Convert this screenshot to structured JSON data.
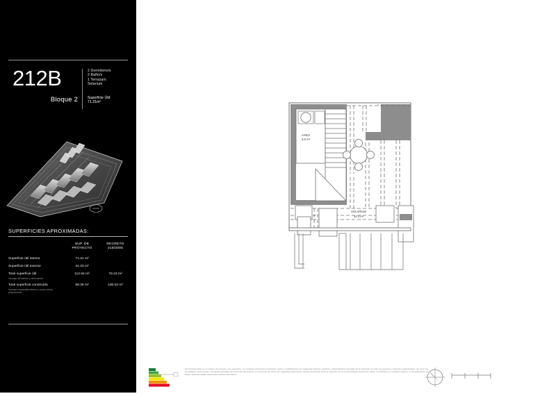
{
  "sidebar": {
    "unit_code": "212B",
    "bloque_label": "Bloque 2",
    "features": [
      "2 Dormitorio/s",
      "2 Baño/s",
      "1 Terraza/s",
      "Solarium"
    ],
    "superficie_util_label": "Superficie Útil:",
    "superficie_util_value": "71.31m²",
    "areas_title": "SUPERFICIES APROXIMADAS:",
    "table": {
      "headers": [
        "",
        "SUP. DE PROYECTO",
        "DECRETO 218/2005"
      ],
      "header_lines": [
        [
          "",
          ""
        ],
        [
          "SUP. DE",
          "PROYECTO"
        ],
        [
          "DECRETO",
          "218/2005"
        ]
      ],
      "rows": [
        {
          "label": "Superficie útil interior",
          "note": "",
          "proyecto": "71.31 m²",
          "decreto": ""
        },
        {
          "label": "Superficie útil exterior",
          "note": "",
          "proyecto": "41.33 m²",
          "decreto": ""
        },
        {
          "label": "Total superficie útil",
          "note": "*incluye útil interior y útil exterior",
          "proyecto": "112.64 m²",
          "decreto": "78.44 m²"
        },
        {
          "label": "Total superficie construida",
          "note": "*incluye construida interior y zona común proporcional",
          "proyecto": "99.39 m²",
          "decreto": "106.53 m²"
        }
      ]
    }
  },
  "plan": {
    "rooms": [
      {
        "name": "ASEO",
        "area": "3.6 m²"
      },
      {
        "name": "SOLARIUM",
        "area": "34.4 m²"
      }
    ]
  },
  "footer": {
    "energy_label_name": "energy-efficiency-label",
    "disclaimer": "*El presente plano es un avance de proyecto y es orientativo, no constituye documento contractual, sujeto a modificaciones por exigencias técnicas, jurídicas o administrativas derivadas de la obtención de todos los permisos y licencias reglamentarios, así como las necesidades constructivas o de diseño derivadas del desarrollo del proyecto y la Dirección de Obra. Las superficies útiles tienen carácter provisional hasta la obtención de la correspondiente Licencia de Obras. La jardinería, el mobiliario urbano y el amueblamiento es ficticio, teniendo validez únicamente a efectos decorativos.",
    "compass_name": "north-arrow",
    "scalebar_name": "graphic-scale-bar"
  },
  "colors": {
    "sidebar_bg": "#000000",
    "sidebar_text": "#ffffff",
    "rule": "#9a9a9a",
    "plan_wall": "#808080",
    "plan_line": "#555555",
    "paper": "#ffffff"
  }
}
